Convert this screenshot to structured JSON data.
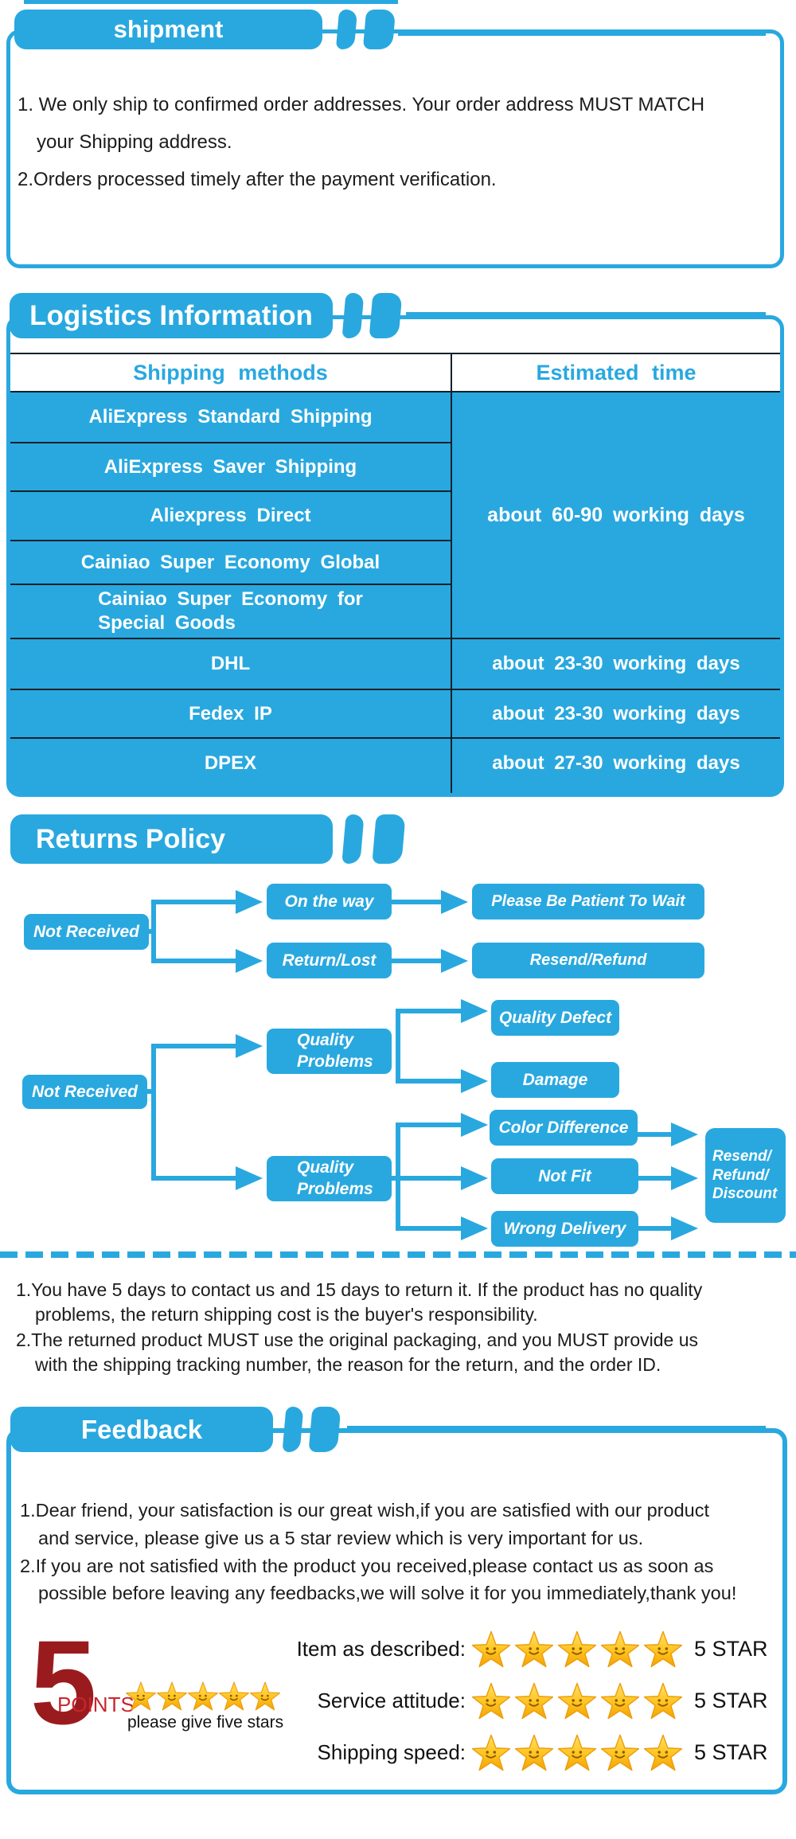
{
  "colors": {
    "accent_blue": "#29A8DF",
    "table_divider_dark": "#10212B",
    "big_number_red": "#9A1B1E",
    "points_red": "#C9252D",
    "star_gold": "#FFC420",
    "text_black": "#1C1C1C"
  },
  "shipment": {
    "title": "shipment",
    "lines": [
      "1. We only ship to confirmed order addresses. Your order address MUST MATCH",
      "your Shipping address.",
      "2.Orders processed timely after the payment verification."
    ]
  },
  "logistics": {
    "title": "Logistics Information",
    "headers": {
      "method": "Shipping methods",
      "time": "Estimated time"
    },
    "group": {
      "methods": [
        "AliExpress Standard Shipping",
        "AliExpress Saver Shipping",
        "Aliexpress Direct",
        "Cainiao Super Economy Global"
      ],
      "method5_line1": "Cainiao Super Economy for",
      "method5_line2": "Special Goods",
      "time": "about 60-90 working days"
    },
    "rows": [
      {
        "method": "DHL",
        "time": "about 23-30 working days"
      },
      {
        "method": "Fedex IP",
        "time": "about 23-30 working days"
      },
      {
        "method": "DPEX",
        "time": "about 27-30 working days"
      }
    ]
  },
  "returns": {
    "title": "Returns Policy",
    "row1": {
      "root": "Not Received",
      "mid1": "On the way",
      "end1": "Please Be Patient To Wait",
      "mid2": "Return/Lost",
      "end2": "Resend/Refund"
    },
    "row2": {
      "root": "Not Received",
      "qp_line1": "Quality",
      "qp_line2": "Problems",
      "leaf1": "Quality Defect",
      "leaf2": "Damage",
      "leaf3": "Color Difference",
      "leaf4": "Not Fit",
      "leaf5": "Wrong Delivery",
      "final_line1": "Resend/",
      "final_line2": "Refund/",
      "final_line3": "Discount"
    },
    "notes": [
      "1.You have 5 days to contact us and 15 days to return it. If the product has no quality",
      "problems, the return shipping cost is the buyer's responsibility.",
      "2.The returned product MUST use the original packaging, and you MUST provide us",
      "with the shipping tracking number, the reason for the return, and the order ID."
    ]
  },
  "feedback": {
    "title": "Feedback",
    "lines": [
      "1.Dear friend, your satisfaction is our great wish,if you are satisfied with our product",
      "and service, please give us a 5 star review which is very important for us.",
      "2.If you are not satisfied with the product you received,please contact us as soon as",
      "possible before leaving any feedbacks,we will solve it for you immediately,thank you!"
    ],
    "points_number": "5",
    "points_label": "POINTS",
    "points_caption": "please give five stars",
    "ratings": [
      {
        "label": "Item as described:",
        "value": "5 STAR"
      },
      {
        "label": "Service attitude:",
        "value": "5 STAR"
      },
      {
        "label": "Shipping speed:",
        "value": "5 STAR"
      }
    ]
  }
}
